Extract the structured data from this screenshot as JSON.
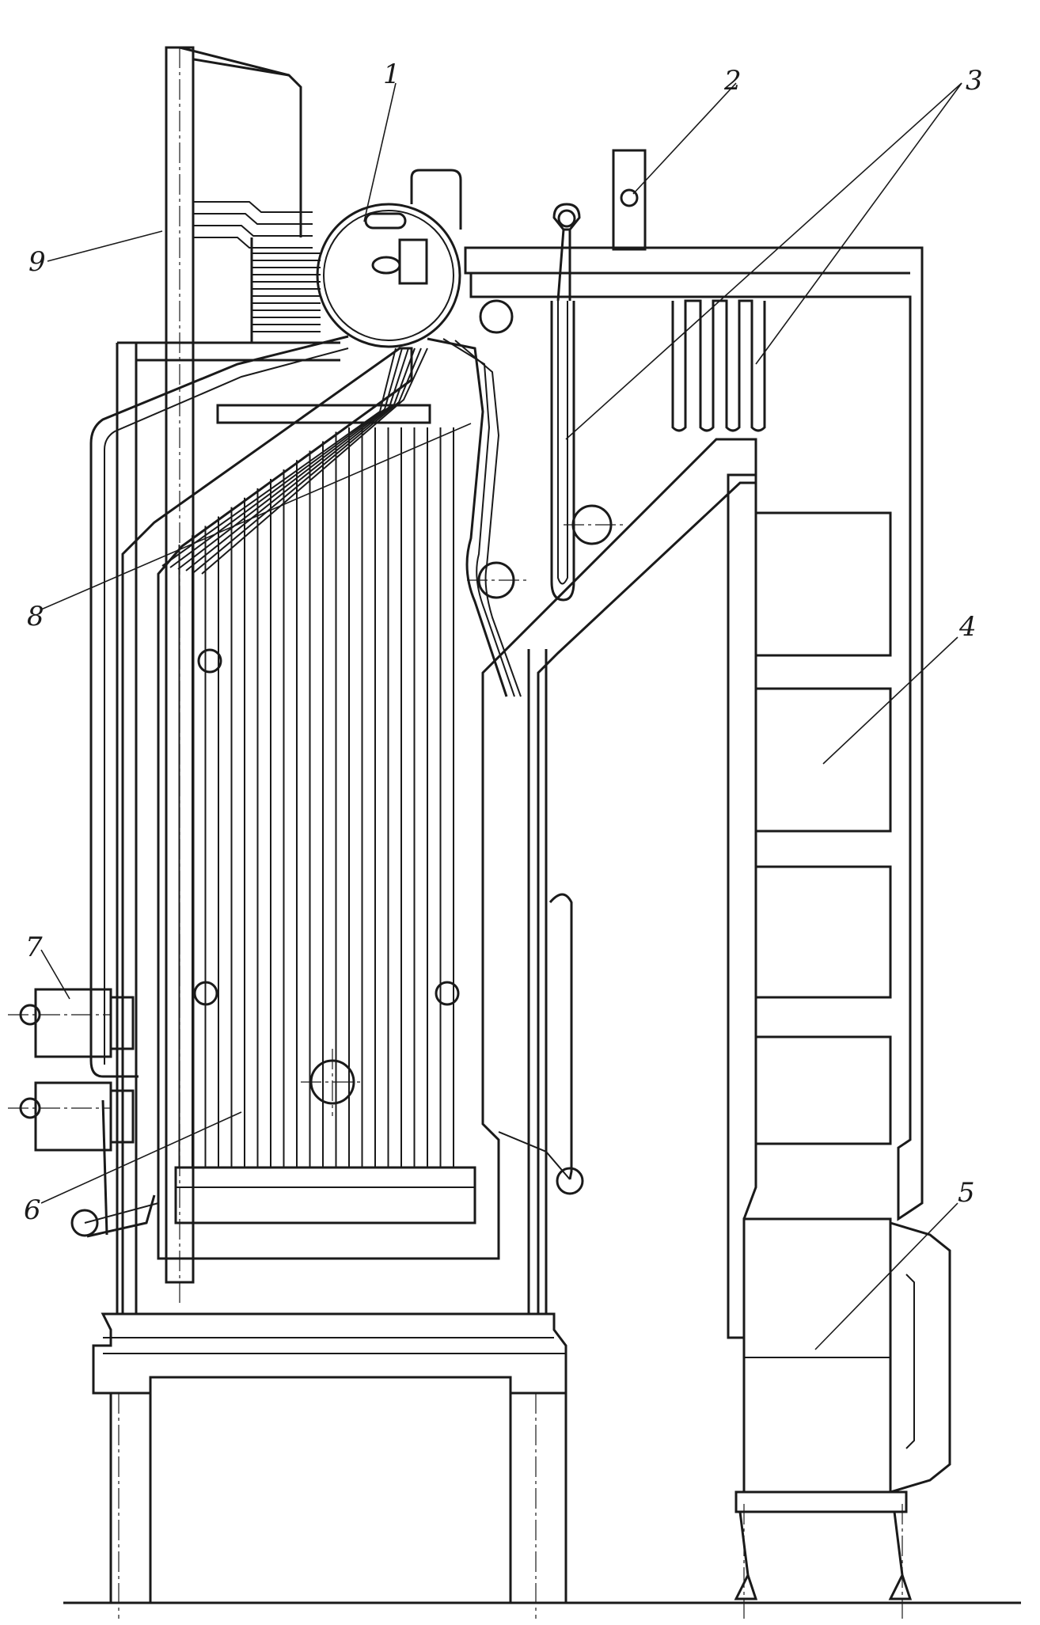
{
  "figure": {
    "labels": [
      {
        "id": "1",
        "text": "1"
      },
      {
        "id": "2",
        "text": "2"
      },
      {
        "id": "3",
        "text": "3"
      },
      {
        "id": "4",
        "text": "4"
      },
      {
        "id": "5",
        "text": "5"
      },
      {
        "id": "6",
        "text": "6"
      },
      {
        "id": "7",
        "text": "7"
      },
      {
        "id": "8",
        "text": "8"
      },
      {
        "id": "9",
        "text": "9"
      }
    ]
  },
  "colors": {
    "line": "#1a1a1a",
    "background": "#ffffff"
  }
}
